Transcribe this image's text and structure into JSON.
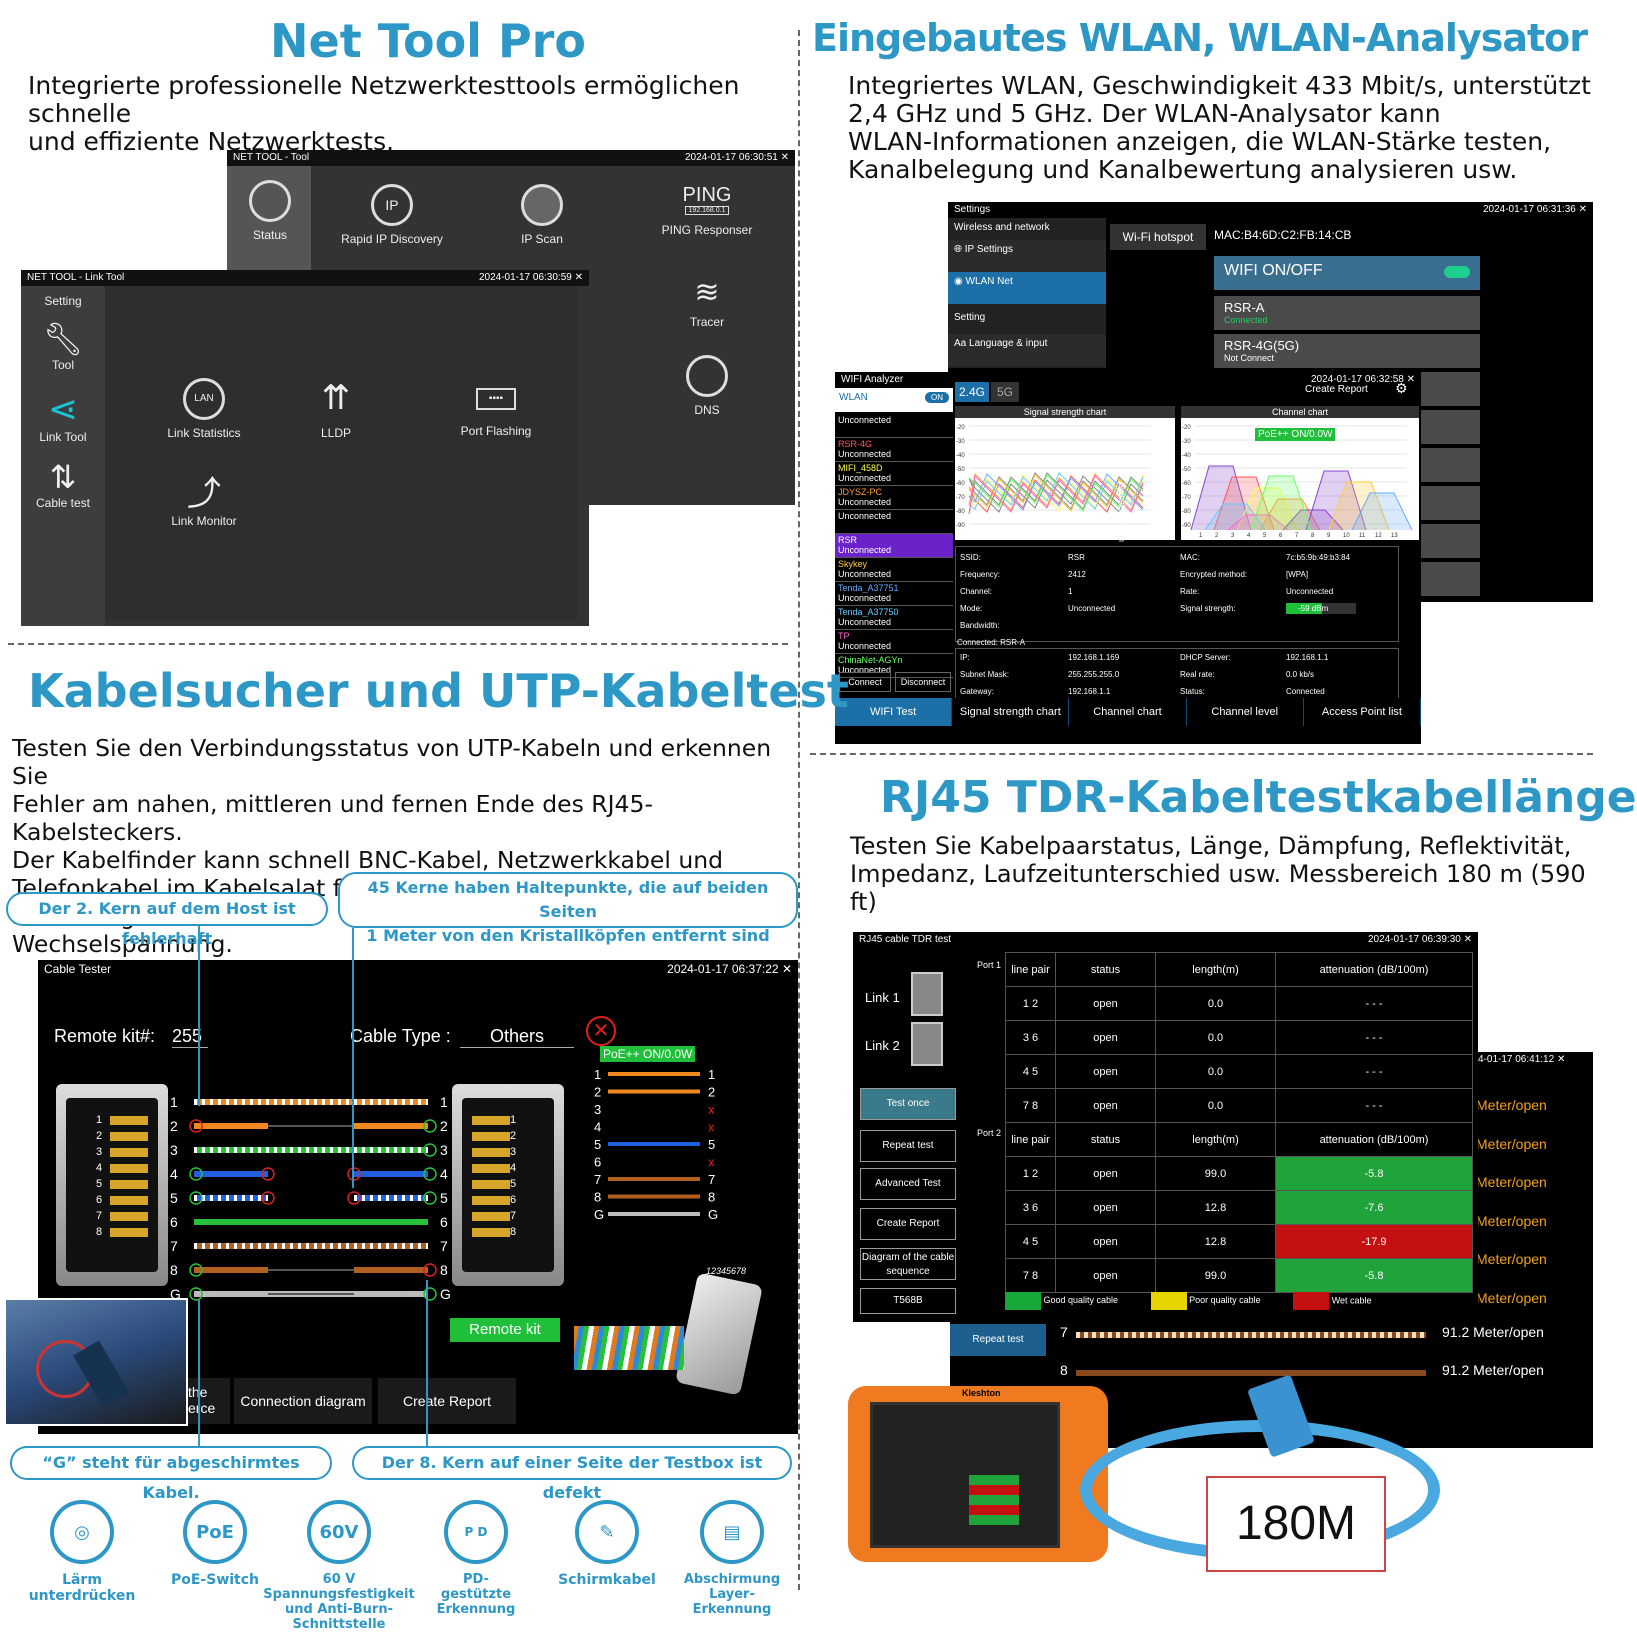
{
  "sections": {
    "nettool": {
      "title": "Net Tool Pro",
      "desc_lines": [
        "Integrierte professionelle Netzwerktesttools ermöglichen schnelle",
        "und effiziente Netzwerktests."
      ]
    },
    "wlan": {
      "title": "Eingebautes WLAN, WLAN-Analysator",
      "desc_lines": [
        "Integriertes WLAN, Geschwindigkeit 433 Mbit/s, unterstützt",
        "2,4 GHz und 5 GHz. Der WLAN-Analysator kann",
        "WLAN-Informationen anzeigen, die WLAN-Stärke testen,",
        "Kanalbelegung und Kanalbewertung analysieren usw."
      ]
    },
    "cable": {
      "title": "Kabelsucher und UTP-Kabeltest",
      "desc_lines": [
        "Testen Sie den Verbindungsstatus von UTP-Kabeln und erkennen Sie",
        "Fehler am nahen, mittleren und fernen Ende des RJ45-Kabelsteckers.",
        "Der Kabelfinder kann schnell BNC-Kabel, Netzwerkkabel und",
        "Telefonkabel im Kabelsalat finden. PD-Leistungstest, berührungslose",
        "Wechselspannung."
      ]
    },
    "tdr": {
      "title": "RJ45 TDR-Kabeltestkabellänge",
      "desc_lines": [
        "Testen Sie Kabelpaarstatus, Länge, Dämpfung, Reflektivität,",
        "Impedanz, Laufzeitunterschied usw. Messbereich 180 m (590 ft)"
      ]
    }
  },
  "nettool_back": {
    "bar_title": "NET TOOL - Tool",
    "time": "2024-01-17 06:30:51",
    "tiles": [
      "Status",
      "Rapid IP Discovery",
      "IP Scan",
      "PING Responser",
      "Tracer",
      "DNS"
    ],
    "ping_icon": "PING",
    "ping_ip": "192.168.0.1"
  },
  "nettool_front": {
    "bar_title": "NET TOOL - Link Tool",
    "time": "2024-01-17 06:30:59",
    "side": [
      "Setting",
      "Tool",
      "Link Tool",
      "Cable test"
    ],
    "tiles": [
      "Link Statistics",
      "LLDP",
      "Port Flashing",
      "Link Monitor"
    ]
  },
  "settings": {
    "bar_title": "Settings",
    "time": "2024-01-17 06:31:36",
    "menu": [
      "Wireless and network",
      "IP Settings",
      "WLAN Net",
      "Setting",
      "Language & input"
    ],
    "hotspot": "Wi-Fi hotspot",
    "mac": "MAC:B4:6D:C2:FB:14:CB",
    "wifi_onoff": "WIFI ON/OFF",
    "networks": [
      {
        "name": "RSR-A",
        "status": "Connected"
      },
      {
        "name": "RSR-4G(5G)",
        "status": "Not Connect"
      }
    ]
  },
  "analyzer": {
    "bar_title": "WIFI Analyzer",
    "time": "2024-01-17 06:32:58",
    "wlan_label": "WLAN",
    "toggle": "ON",
    "bands": [
      "2.4G",
      "5G"
    ],
    "create_report": "Create Report",
    "chart1_title": "Signal strength chart",
    "chart1_side": "Signal strength",
    "chart2_title": "Channel chart",
    "poe": "PoE++ ON/0.0W",
    "y_ticks": [
      "-20",
      "-30",
      "-40",
      "-50",
      "-60",
      "-70",
      "-80",
      "-90"
    ],
    "x_ticks": [
      "1",
      "2",
      "3",
      "4",
      "5",
      "6",
      "7",
      "8",
      "9",
      "10",
      "11",
      "12",
      "13"
    ],
    "list": [
      {
        "name": "",
        "status": "Unconnected",
        "color": "#ffffff"
      },
      {
        "name": "RSR-4G",
        "status": "Unconnected",
        "color": "#ff5555"
      },
      {
        "name": "MIFI_458D",
        "status": "Unconnected",
        "color": "#ffff55"
      },
      {
        "name": "JDYSZ-PC",
        "status": "Unconnected",
        "color": "#ff9933"
      },
      {
        "name": "",
        "status": "Unconnected",
        "color": "#ffffff"
      },
      {
        "name": "RSR",
        "status": "Unconnected",
        "color": "#ffffff"
      },
      {
        "name": "Skykey",
        "status": "Unconnected",
        "color": "#ffcc33"
      },
      {
        "name": "Tenda_A37751",
        "status": "Unconnected",
        "color": "#66aaff"
      },
      {
        "name": "Tenda_A37750",
        "status": "Unconnected",
        "color": "#66ccff"
      },
      {
        "name": "TP",
        "status": "Unconnected",
        "color": "#ff66cc"
      },
      {
        "name": "ChinaNet-AGYn",
        "status": "Unconnected",
        "color": "#66ff66"
      }
    ],
    "connect": "Connect",
    "disconnect": "Disconnect",
    "info": {
      "ssid_l": "SSID:",
      "ssid": "RSR",
      "freq_l": "Frequency:",
      "freq": "2412",
      "chan_l": "Channel:",
      "chan": "1",
      "mode_l": "Mode:",
      "mode": "Unconnected",
      "bw_l": "Bandwidth:",
      "mac_l": "MAC:",
      "mac": "7c:b5:9b:49:b3:84",
      "enc_l": "Encrypted method:",
      "enc": "[WPA]",
      "rate_l": "Rate:",
      "rate": "Unconnected",
      "sig_l": "Signal strength:",
      "sig": "-59 dBm",
      "connected": "Connected: RSR-A",
      "ip_l": "IP:",
      "ip": "192.168.1.169",
      "mask_l": "Subnet Mask:",
      "mask": "255.255.255.0",
      "gw_l": "Gateway:",
      "gw": "192.168.1.1",
      "dhcp_l": "DHCP Server:",
      "dhcp": "192.168.1.1",
      "real_l": "Real rate:",
      "real": "0.0 kb/s",
      "status_l": "Status:",
      "status": "Connected"
    },
    "tabs": [
      "WIFI Test",
      "Signal strength chart",
      "Channel chart",
      "Channel level",
      "Access Point list"
    ]
  },
  "cable_tester": {
    "bar_title": "Cable Tester",
    "time": "2024-01-17 06:37:22",
    "remote_label": "Remote kit#:",
    "remote_value": "255",
    "type_label": "Cable Type :",
    "type_value": "Others",
    "poe": "PoE++ ON/0.0W",
    "pins": [
      "1",
      "2",
      "3",
      "4",
      "5",
      "6",
      "7",
      "8",
      "G"
    ],
    "map_results": [
      "1",
      "2",
      "x",
      "x",
      "5",
      "x",
      "7",
      "8",
      "G"
    ],
    "remote_kit": "Remote kit",
    "connector_code": "12345678",
    "btn_left_a": "the",
    "btn_left_b": "erce",
    "btn_diagram": "Connection diagram",
    "btn_report": "Create Report"
  },
  "callouts": {
    "c1": "Der 2. Kern auf dem Host ist fehlerhaft",
    "c2a": "45 Kerne haben Haltepunkte, die auf beiden Seiten",
    "c2b": "1 Meter von den Kristallköpfen entfernt sind",
    "c3": "“G”  steht für abgeschirmtes Kabel.",
    "c4": "Der 8. Kern auf einer Seite der Testbox ist defekt"
  },
  "tdr": {
    "bar_title": "RJ45 cable TDR test",
    "time": "2024-01-17 06:39:30",
    "port1": "Port 1",
    "port2": "Port 2",
    "link1": "Link 1",
    "link2": "Link 2",
    "headers": [
      "line pair",
      "status",
      "length(m)",
      "attenuation (dB/100m)"
    ],
    "port1_rows": [
      {
        "pair": "1 2",
        "status": "open",
        "length": "0.0",
        "att": "- - -"
      },
      {
        "pair": "3 6",
        "status": "open",
        "length": "0.0",
        "att": "- - -"
      },
      {
        "pair": "4 5",
        "status": "open",
        "length": "0.0",
        "att": "- - -"
      },
      {
        "pair": "7 8",
        "status": "open",
        "length": "0.0",
        "att": "- - -"
      }
    ],
    "port2_rows": [
      {
        "pair": "1 2",
        "status": "open",
        "length": "99.0",
        "att": "-5.8",
        "color": "#1fa33a"
      },
      {
        "pair": "3 6",
        "status": "open",
        "length": "12.8",
        "att": "-7.6",
        "color": "#1fa33a"
      },
      {
        "pair": "4 5",
        "status": "open",
        "length": "12.8",
        "att": "-17.9",
        "color": "#c41010"
      },
      {
        "pair": "7 8",
        "status": "open",
        "length": "99.0",
        "att": "-5.8",
        "color": "#1fa33a"
      }
    ],
    "buttons": [
      "Test once",
      "Repeat test",
      "Advanced Test",
      "Create Report",
      "Diagram of the cable sequence",
      "T568B"
    ],
    "legend": [
      "Good quality cable",
      "Poor quality cable",
      "Wet cable"
    ],
    "legend_colors": [
      "#18a83a",
      "#e6d400",
      "#c41010"
    ]
  },
  "tdr_back": {
    "time": "4-01-17 06:41:12",
    "rows": [
      "Meter/open",
      "Meter/open",
      "Meter/open",
      "Meter/open",
      "Meter/open",
      "Meter/open"
    ],
    "repeat": "Repeat test",
    "lines": [
      {
        "pin": "7",
        "value": "91.2 Meter/open"
      },
      {
        "pin": "8",
        "value": "91.2 Meter/open"
      }
    ]
  },
  "device": {
    "brand": "Kleshton",
    "length_label": "180M"
  },
  "features": [
    {
      "label": "Lärm unterdrücken",
      "icon": "noise-suppression-icon"
    },
    {
      "label": "PoE-Switch",
      "icon": "poe-icon",
      "glyph": "PoE"
    },
    {
      "label": "60 V Spannungsfestigkeit und Anti-Burn-Schnittstelle",
      "icon": "shield-60v-icon",
      "glyph": "60V"
    },
    {
      "label": "PD-gestützte Erkennung",
      "icon": "pd-port-icon",
      "glyph": "P D"
    },
    {
      "label": "Schirmkabel",
      "icon": "shielded-cable-icon"
    },
    {
      "label": "Abschirmung Layer-Erkennung",
      "icon": "shield-layer-icon"
    }
  ],
  "colors": {
    "accent": "#2d97c6",
    "screen_bg": "#333333",
    "tab_blue": "#1d6fa8"
  }
}
